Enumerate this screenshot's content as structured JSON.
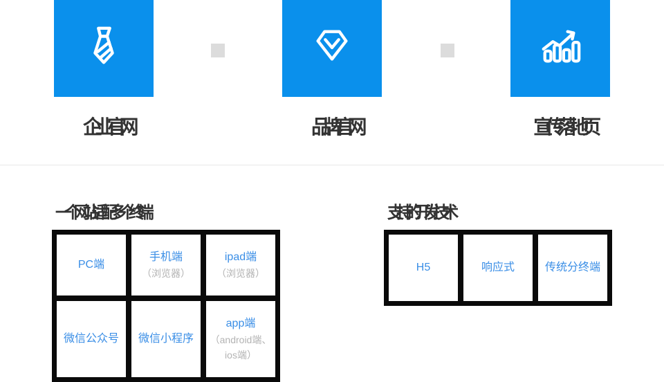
{
  "theme": {
    "accent_blue": "#0a90ec",
    "cell_text_blue": "#3a8ee6",
    "muted_text": "#b3b3b3",
    "dark_text": "#333333",
    "grid_border_black": "#0a0a0a",
    "separator_gray": "#dcdcdc",
    "divider_gray": "#e8e8e8"
  },
  "features": {
    "items": [
      {
        "icon": "tie-icon",
        "label": "企业官网"
      },
      {
        "icon": "diamond-icon",
        "label": "品牌官网"
      },
      {
        "icon": "growth-chart-icon",
        "label": "宣传落地页"
      }
    ]
  },
  "terminals": {
    "heading": "一个网站适配多个终端",
    "cells": [
      {
        "title": "PC端",
        "subtitle": ""
      },
      {
        "title": "手机端",
        "subtitle": "（浏览器）"
      },
      {
        "title": "ipad端",
        "subtitle": "（浏览器）"
      },
      {
        "title": "微信公众号",
        "subtitle": ""
      },
      {
        "title": "微信小程序",
        "subtitle": ""
      },
      {
        "title": "app端",
        "subtitle": "（android端、ios端）"
      }
    ]
  },
  "technologies": {
    "heading": "支持的开发技术",
    "cells": [
      {
        "title": "H5"
      },
      {
        "title": "响应式"
      },
      {
        "title": "传统分终端"
      }
    ]
  }
}
